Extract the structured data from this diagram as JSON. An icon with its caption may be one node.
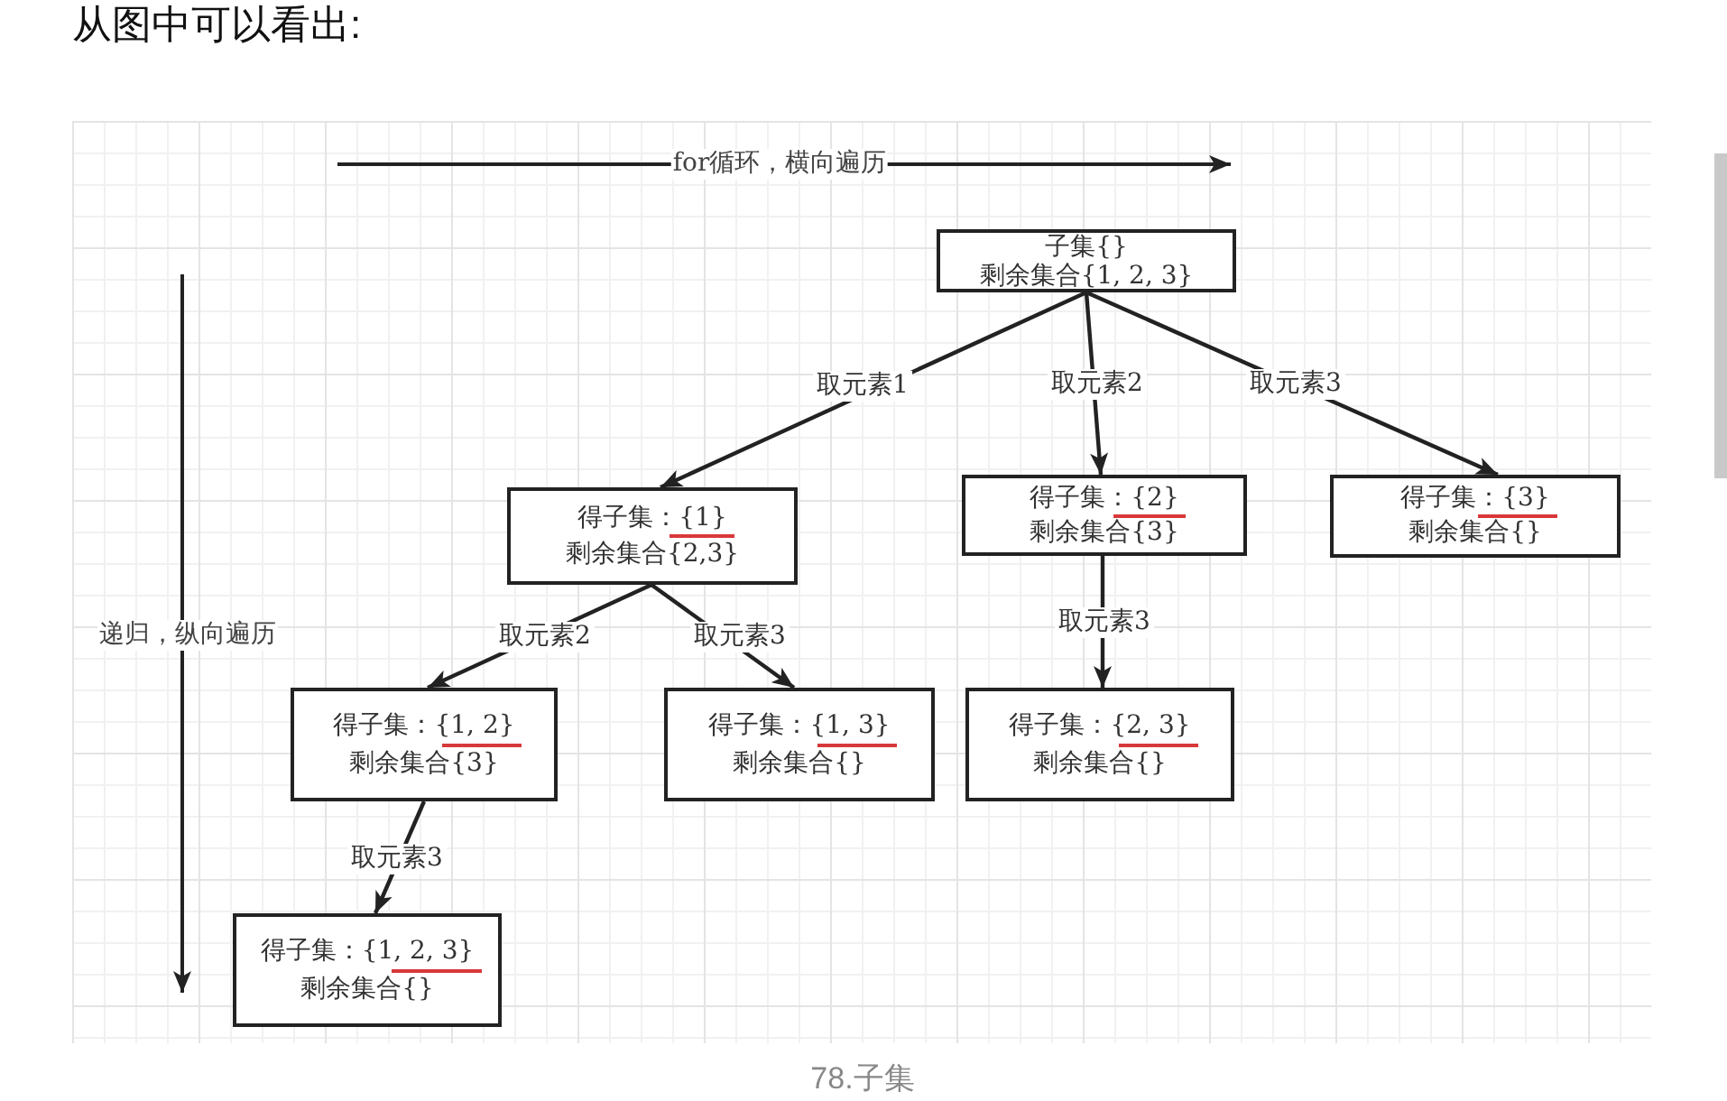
{
  "diagram": {
    "title": "从图中可以看出:",
    "caption": "78.子集",
    "nodes": [
      {
        "text": [
          "子集{}",
          "剩余集合{1, 2, 3}"
        ]
      },
      {
        "text": [
          "得子集：{1}",
          "剩余集合{2,3}"
        ]
      },
      {
        "text": [
          "得子集：{2}",
          "剩余集合{3}"
        ]
      },
      {
        "text": [
          "得子集：{3}",
          "剩余集合{}"
        ]
      },
      {
        "text": [
          "得子集：{1, 2}",
          "剩余集合{3}"
        ]
      },
      {
        "text": [
          "得子集：{1, 3}",
          "剩余集合{}"
        ]
      },
      {
        "text": [
          "得子集：{2, 3}",
          "剩余集合{}"
        ]
      },
      {
        "text": [
          "得子集：{1, 2, 3}",
          "剩余集合{}"
        ]
      }
    ],
    "edges": [
      {
        "from": 0,
        "to": 1,
        "arrow": "to",
        "label": "取元素1"
      },
      {
        "from": 0,
        "to": 2,
        "arrow": "to",
        "label": "取元素2"
      },
      {
        "from": 0,
        "to": 3,
        "arrow": "to",
        "label": "取元素3"
      },
      {
        "from": 1,
        "to": 4,
        "arrow": "to",
        "label": "取元素2"
      },
      {
        "from": 1,
        "to": 5,
        "arrow": "to",
        "label": "取元素3"
      },
      {
        "from": 2,
        "to": 6,
        "arrow": "to",
        "label": "取元素3"
      },
      {
        "from": 4,
        "to": 7,
        "arrow": "to",
        "label": "取元素3"
      }
    ],
    "labels": [
      "for循环，横向遍历",
      "递归，纵向遍历"
    ]
  }
}
